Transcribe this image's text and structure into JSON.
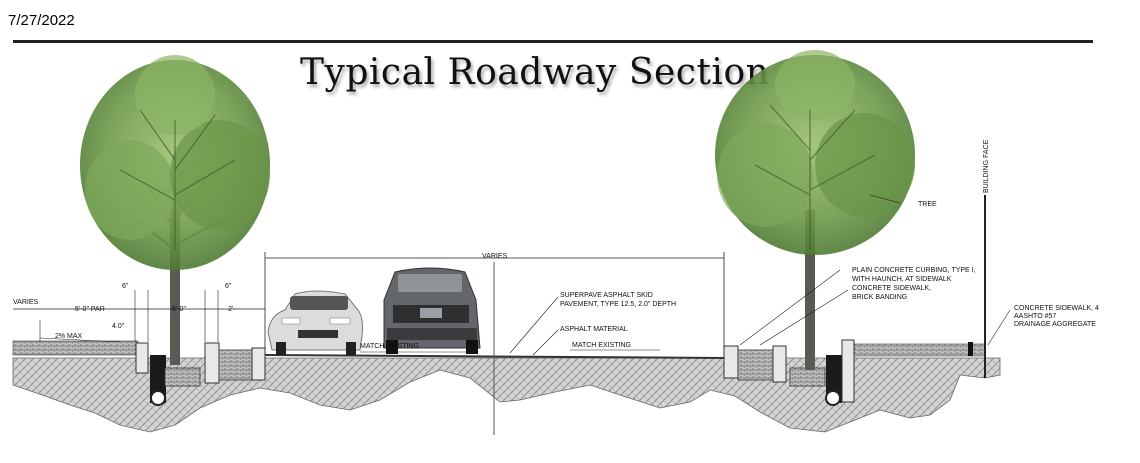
{
  "page": {
    "date": "7/27/2022",
    "title": "Typical Roadway Section"
  },
  "labels": {
    "varies_top": "VARIES",
    "varies_left": "VARIES",
    "par": "5'-0\" PAR",
    "dim_5": "5'-0\"",
    "dim_2": "2'-",
    "six_in_a": "6\"",
    "six_in_b": "6\"",
    "four_in": "4.0\"",
    "two_pct_max": "2% MAX",
    "match_existing_left": "MATCH EXISTING",
    "match_existing_right": "MATCH EXISTING",
    "superpave": "SUPERPAVE ASPHALT SKID",
    "superpave_2": "PAVEMENT, TYPE 12.5, 2.0\" DEPTH",
    "asphalt_material": "ASPHALT MATERIAL",
    "tree": "TREE",
    "building_face": "BUILDING FACE",
    "curbing_1": "PLAIN CONCRETE CURBING, TYPE I,",
    "curbing_2": "WITH HAUNCH, AT SIDEWALK",
    "sidewalk_1": "CONCRETE SIDEWALK,",
    "sidewalk_2": "BRICK BANDING",
    "conc_sidewalk_1": "CONCRETE SIDEWALK, 4",
    "aashto": "AASHTO #57",
    "drainage": "DRAINAGE AGGREGATE"
  },
  "colors": {
    "foliage": "#6f9a4a",
    "foliage_dark": "#4e7a33",
    "trunk": "#5a5a52",
    "soil": "#c9c9c9",
    "car": "#d9d9d9",
    "truck": "#5e6266"
  }
}
